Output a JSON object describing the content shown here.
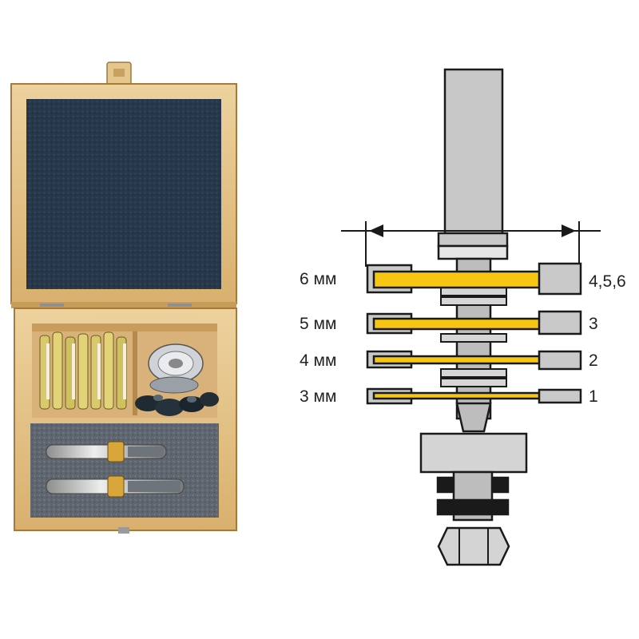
{
  "colors": {
    "wood": "#e7c58a",
    "wood_dark": "#b8894a",
    "foam_lid": "#27384a",
    "foam_base": "#5f6670",
    "blade": "#f6c613",
    "carbide": "#c9c9c9",
    "shank": "#cfcfcf",
    "outline": "#1a1a1a"
  },
  "diagram": {
    "cutters": [
      {
        "thickness_label": "6 мм",
        "position_label": "4,5,6"
      },
      {
        "thickness_label": "5 мм",
        "position_label": "3"
      },
      {
        "thickness_label": "4 мм",
        "position_label": "2"
      },
      {
        "thickness_label": "3 мм",
        "position_label": "1"
      }
    ]
  }
}
